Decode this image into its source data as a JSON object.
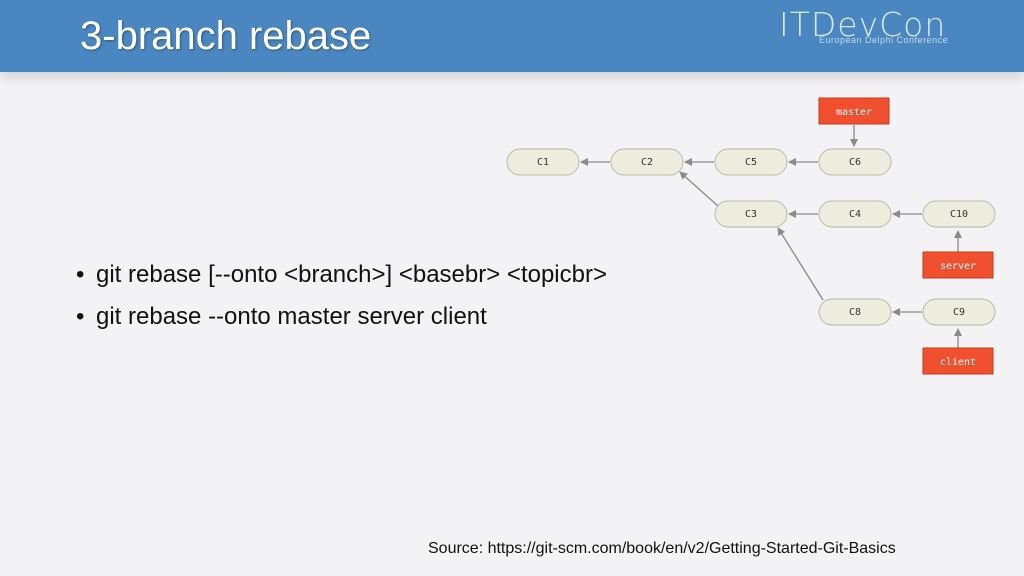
{
  "header": {
    "title": "3-branch rebase",
    "logo_main": "ITDevCon",
    "logo_sub": "European Delphi Conference"
  },
  "bullets": [
    "git rebase [--onto <branch>] <basebr> <topicbr>",
    "git rebase --onto master server client"
  ],
  "diagram": {
    "commits": [
      "C1",
      "C2",
      "C5",
      "C6",
      "C3",
      "C4",
      "C10",
      "C8",
      "C9"
    ],
    "branches": [
      "master",
      "server",
      "client"
    ],
    "colors": {
      "commit_fill": "#ededdf",
      "commit_stroke": "#b9b9aa",
      "branch_fill": "#f0502f",
      "arrow": "#8a8a8a"
    }
  },
  "source": "Source: https://git-scm.com/book/en/v2/Getting-Started-Git-Basics"
}
